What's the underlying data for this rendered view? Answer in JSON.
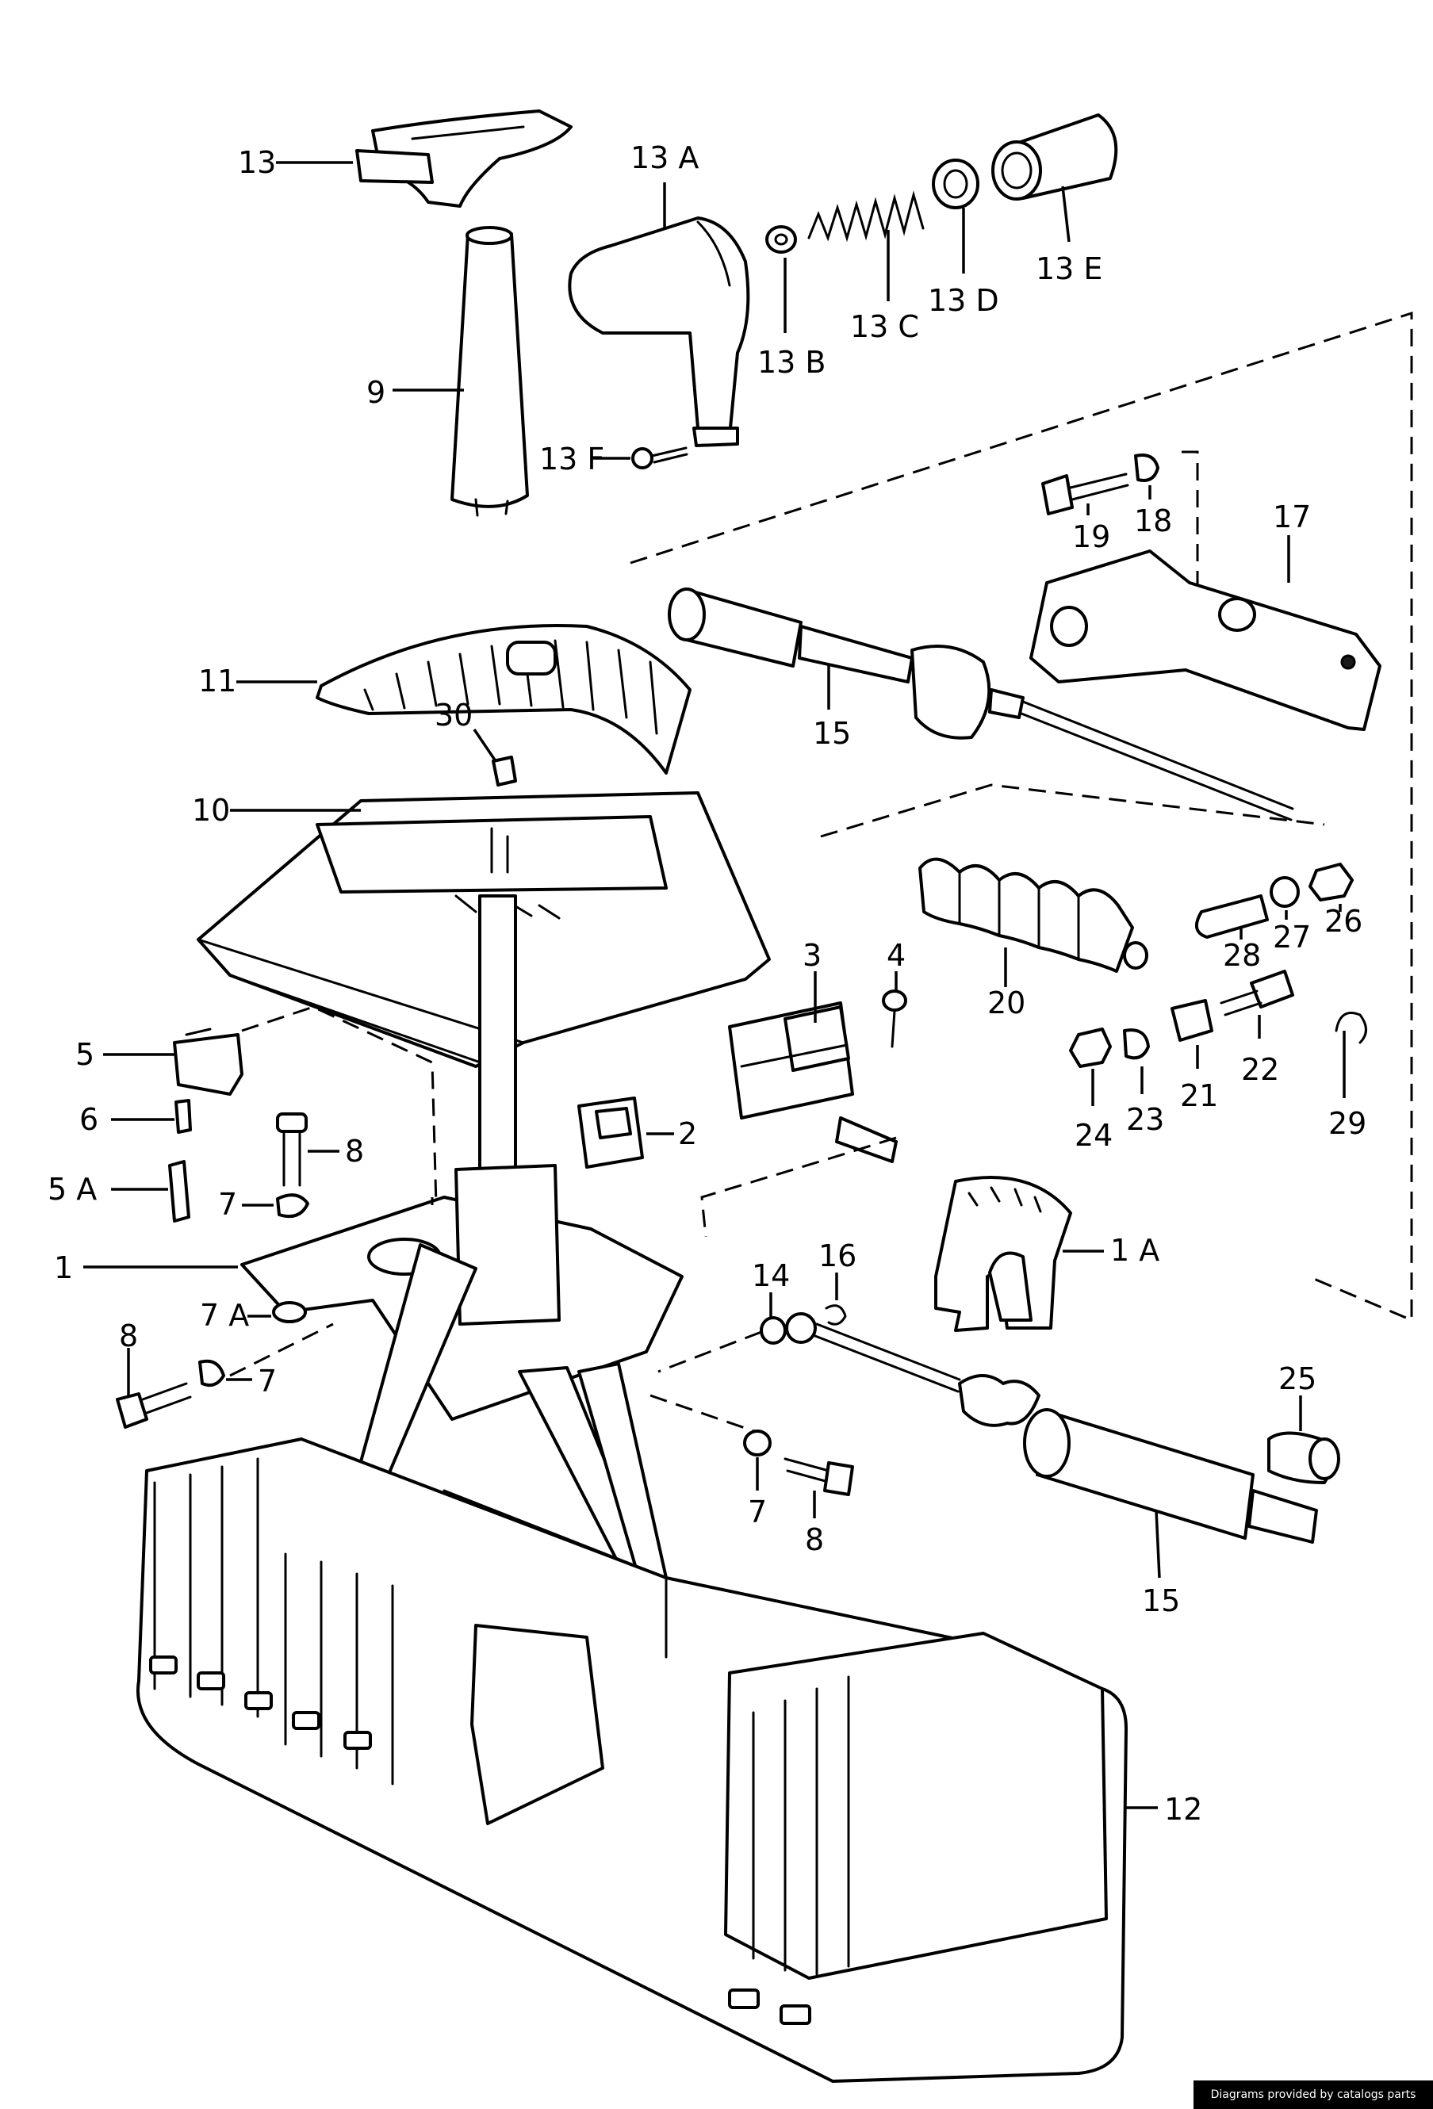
{
  "labels": {
    "p13": "13",
    "p13a": "13 A",
    "p13b": "13 B",
    "p13c": "13 C",
    "p13d": "13 D",
    "p13e": "13 E",
    "p13f": "13 F",
    "p9": "9",
    "p11": "11",
    "p30": "30",
    "p10": "10",
    "p5": "5",
    "p6": "6",
    "p5a": "5 A",
    "p7_a": "7",
    "p7a": "7 A",
    "p8_a": "8",
    "p8_b": "8",
    "p7_b": "7",
    "p1": "1",
    "p3": "3",
    "p4": "4",
    "p2": "2",
    "p19": "19",
    "p18": "18",
    "p17": "17",
    "p15_a": "15",
    "p20": "20",
    "p28": "28",
    "p27": "27",
    "p26": "26",
    "p24": "24",
    "p23": "23",
    "p21": "21",
    "p22": "22",
    "p29": "29",
    "p1a": "1 A",
    "p14": "14",
    "p16": "16",
    "p25": "25",
    "p7_c": "7",
    "p8_c": "8",
    "p15_b": "15",
    "p12": "12"
  },
  "credit": "Diagrams provided by catalogs parts",
  "colors": {
    "line": "#000000",
    "background": "#ffffff"
  }
}
